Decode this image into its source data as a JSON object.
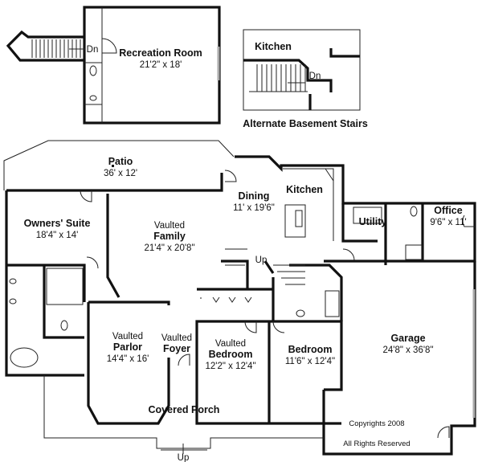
{
  "basement": {
    "recreation_room": {
      "name": "Recreation Room",
      "dims": "21'2\" x 18'"
    },
    "stairs_label": "Dn"
  },
  "alternate": {
    "kitchen": "Kitchen",
    "stairs_label": "Dn",
    "caption": "Alternate Basement Stairs"
  },
  "rooms": {
    "patio": {
      "name": "Patio",
      "dims": "36' x 12'"
    },
    "dining": {
      "name": "Dining",
      "dims": "11' x 19'6\""
    },
    "kitchen": {
      "name": "Kitchen"
    },
    "owners_suite": {
      "name": "Owners' Suite",
      "dims": "18'4\" x 14'"
    },
    "family": {
      "prefix": "Vaulted",
      "name": "Family",
      "dims": "21'4\" x 20'8\""
    },
    "utility": {
      "name": "Utility"
    },
    "office": {
      "name": "Office",
      "dims": "9'6\" x 11'"
    },
    "parlor": {
      "prefix": "Vaulted",
      "name": "Parlor",
      "dims": "14'4\" x 16'"
    },
    "foyer": {
      "prefix": "Vaulted",
      "name": "Foyer"
    },
    "vaulted_bedroom": {
      "prefix": "Vaulted",
      "name": "Bedroom",
      "dims": "12'2\" x 12'4\""
    },
    "bedroom": {
      "name": "Bedroom",
      "dims": "11'6\" x 12'4\""
    },
    "garage": {
      "name": "Garage",
      "dims": "24'8\" x 36'8\""
    },
    "porch": {
      "name": "Covered Porch"
    }
  },
  "stairs_up_label": "Up",
  "porch_up_label": "Up",
  "copyright": {
    "line1": "Copyrights 2008",
    "line2": "All Rights Reserved"
  }
}
